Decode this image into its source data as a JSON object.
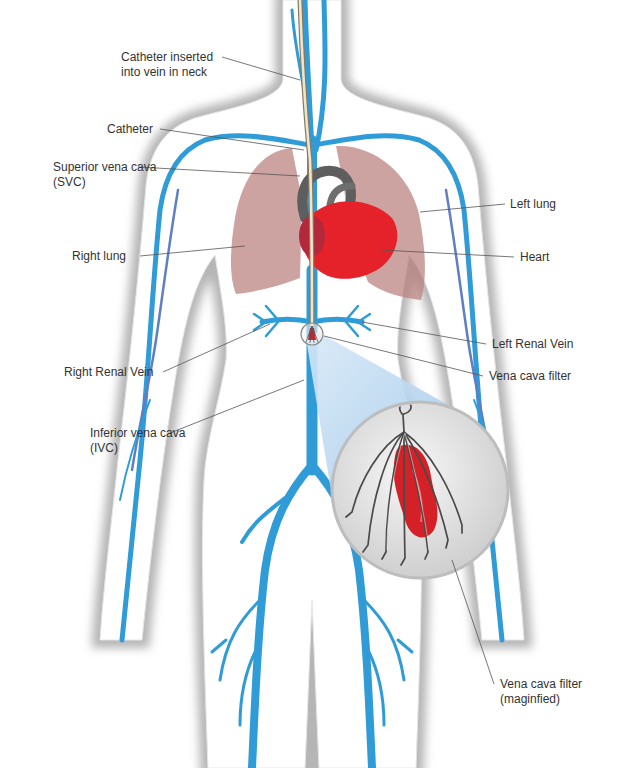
{
  "diagram": {
    "labels": [
      "Catheter inserted into vein in neck",
      "Catheter",
      "Superior vena cava (SVC)",
      "Left lung",
      "Right lung",
      "Heart",
      "Left Renal Vein",
      "Right Renal Vein",
      "Vena cava filter",
      "Inferior vena cava (IVC)",
      "Vena cava filter (maginfied)"
    ]
  }
}
